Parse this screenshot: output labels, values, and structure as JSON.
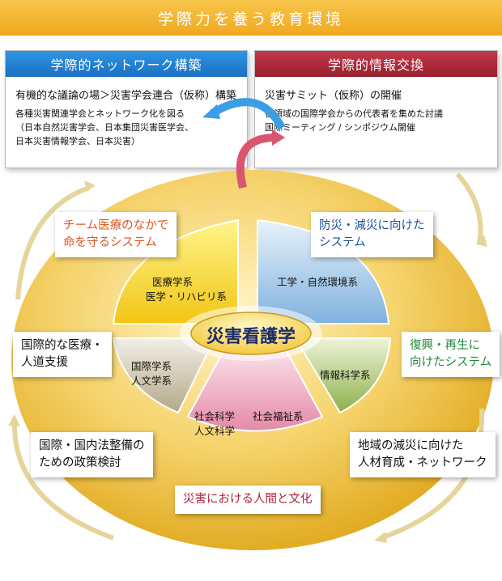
{
  "title": "学際力を養う教育環境",
  "panels": {
    "network": {
      "heading": "学際的ネットワーク構築",
      "main": "有機的な議論の場＞災害学会連合（仮称）構築",
      "lines": [
        "各種災害関連学会とネットワーク化を図る",
        "（日本自然災害学会、日本集団災害医学会、",
        "日本災害情報学会、日本災害）"
      ]
    },
    "exchange": {
      "heading": "学際的情報交換",
      "main": "災害サミット（仮称）の開催",
      "lines": [
        "各領域の国際学会からの代表者を集めた討議",
        "国際ミーティング / シンポジウム開催"
      ]
    }
  },
  "center": "災害看護学",
  "segments": {
    "medical": [
      "医療学系",
      "医学・リハビリ系"
    ],
    "engineering": "工学・自然環境系",
    "international": [
      "国際学系",
      "人文学系"
    ],
    "info": "情報科学系",
    "social_left": [
      "社会科学",
      "人文科学"
    ],
    "social_right": "社会福祉系"
  },
  "outer_labels": {
    "team_medical": [
      "チーム医療のなかで",
      "命を守るシステム"
    ],
    "prevention": [
      "防災・減災に向けた",
      "システム"
    ],
    "humanitarian": [
      "国際的な医療・",
      "人道支援"
    ],
    "recovery": [
      "復興・再生に",
      "向けたシステム"
    ],
    "law_policy": [
      "国際・国内法整備の",
      "ための政策検討"
    ],
    "local_hr": [
      "地域の減災に向けた",
      "人材育成・ネットワーク"
    ],
    "culture": "災害における人間と文化"
  },
  "colors": {
    "banner": "#f0a91f",
    "network_head": "#1a6fc2",
    "exchange_head": "#98202f",
    "orange_text": "#e0561c",
    "blue_text": "#1a4f9c",
    "green_text": "#1c8a3a",
    "red_text": "#b3203a",
    "dark_text": "#111111"
  }
}
